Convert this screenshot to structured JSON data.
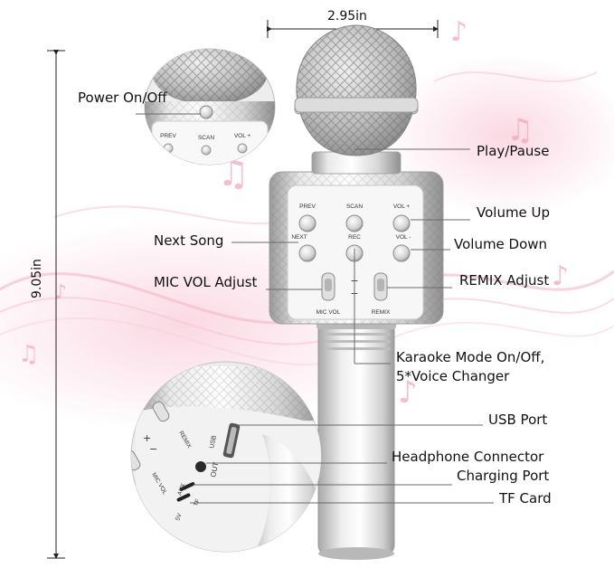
{
  "dimensions": {
    "width": "2.95in",
    "height": "9.05in"
  },
  "callouts": {
    "power": "Power On/Off",
    "play_pause": "Play/Pause",
    "volume_up": "Volume Up",
    "next_song": "Next Song",
    "volume_down": "Volume Down",
    "mic_vol_adjust": "MIC VOL Adjust",
    "remix_adjust": "REMIX Adjust",
    "karaoke_line1": "Karaoke Mode On/Off,",
    "karaoke_line2": "5*Voice Changer",
    "usb_port": "USB Port",
    "headphone": "Headphone Connector",
    "charging": "Charging Port",
    "tf_card": "TF Card"
  },
  "panel_labels": {
    "prev": "PREV",
    "scan": "SCAN",
    "vol_plus": "VOL +",
    "next": "NEXT",
    "rec": "REC",
    "vol_minus": "VOL -",
    "mic_vol": "MIC VOL",
    "remix": "REMIX",
    "plus": "+",
    "minus": "−"
  },
  "detail_top_labels": {
    "prev": "PREV",
    "scan": "SCAN",
    "vol": "VOL +"
  },
  "detail_bottom_labels": {
    "usb": "USB",
    "out": "OUT",
    "aux": "AUX",
    "tf": "TF",
    "sv": "5V",
    "remix": "REMIX",
    "mic_vol": "MIC VOL",
    "plus": "+",
    "minus": "−"
  },
  "colors": {
    "silver_light": "#f2f2f2",
    "silver_mid": "#c9c9c9",
    "silver_dark": "#8d8d8d",
    "accent_pink": "#f4b6c8",
    "line": "#6a6a6a"
  }
}
